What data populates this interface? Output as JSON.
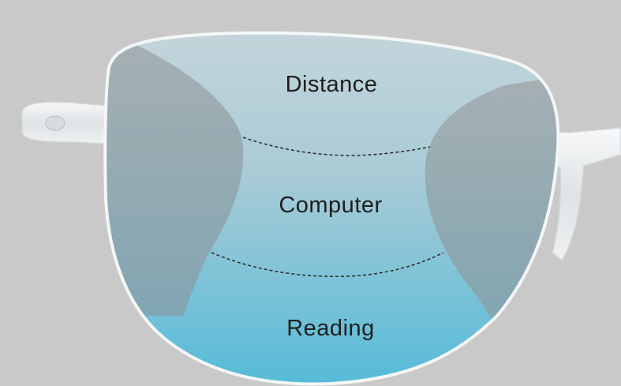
{
  "zones": {
    "distance": "Distance",
    "computer": "Computer",
    "reading": "Reading"
  },
  "colors": {
    "background": "#c9c9c9",
    "lens_top": "#c7d6da",
    "lens_bottom": "#5bbcd8",
    "blur_zone": "#8f9fa6",
    "frame": "#f4f6f7",
    "divider": "#2a2a2a"
  }
}
